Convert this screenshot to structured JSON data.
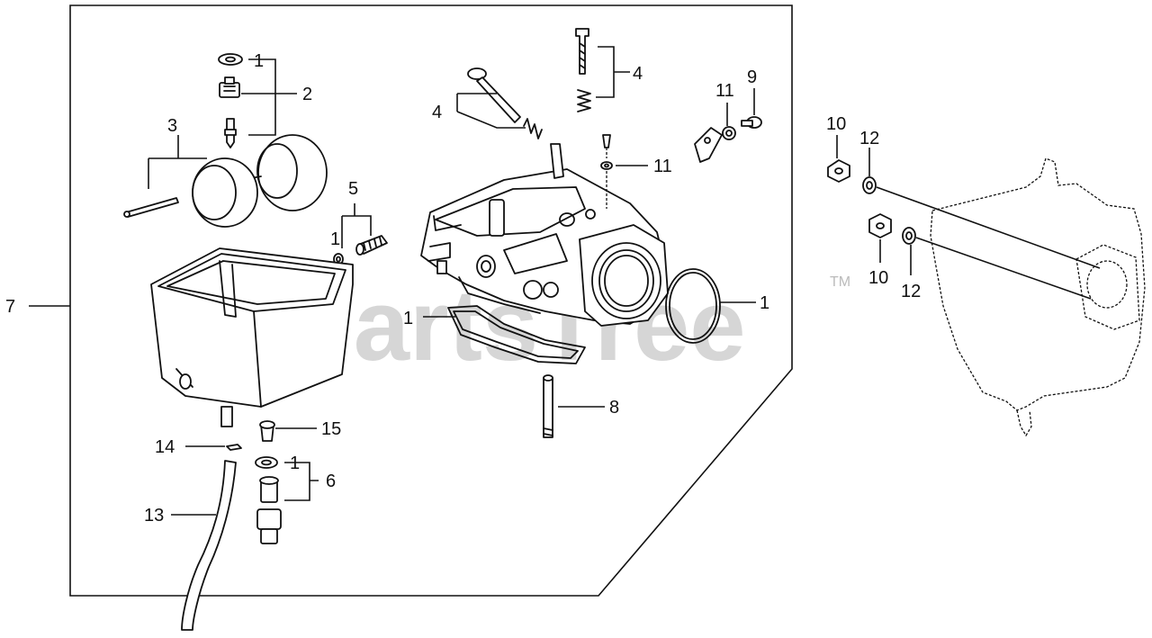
{
  "watermark": {
    "text": "PartsTree",
    "trademark": "TM"
  },
  "callouts": {
    "c1_top": "1",
    "c2": "2",
    "c3": "3",
    "c4_top": "4",
    "c4_left": "4",
    "c5": "5",
    "c1_small": "1",
    "c7": "7",
    "c1_gasket": "1",
    "c1_oring": "1",
    "c11_a": "11",
    "c9": "9",
    "c11_b": "11",
    "c10_a": "10",
    "c12_a": "12",
    "c10_b": "10",
    "c12_b": "12",
    "c8": "8",
    "c15": "15",
    "c14": "14",
    "c1_drain": "1",
    "c6": "6",
    "c13": "13"
  }
}
